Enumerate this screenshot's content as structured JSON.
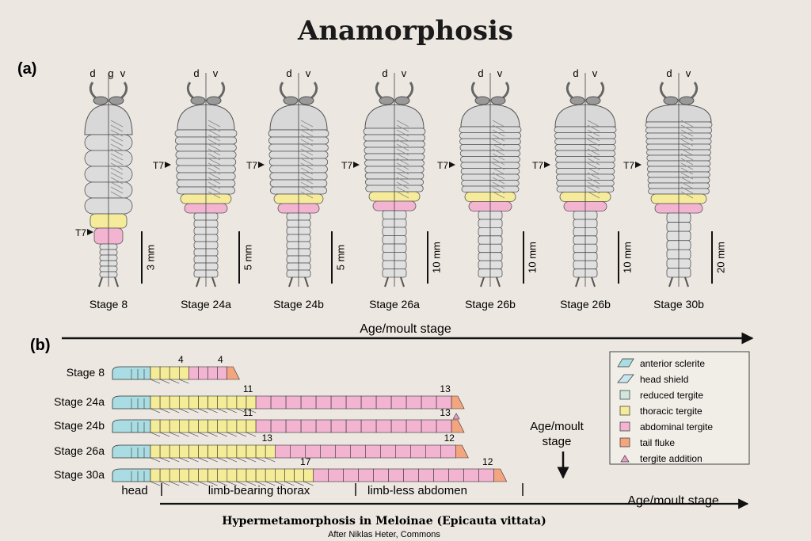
{
  "title": "Anamorphosis",
  "panel_a": {
    "label": "(a)",
    "arrow_label": "Age/moult stage",
    "specimens": [
      {
        "stage": "Stage 8",
        "t7": "T7",
        "scale": "3 mm",
        "views": [
          "d",
          "g",
          "v"
        ]
      },
      {
        "stage": "Stage 24a",
        "t7": "T7",
        "scale": "5 mm",
        "views": [
          "d",
          "v"
        ]
      },
      {
        "stage": "Stage 24b",
        "t7": "T7",
        "scale": "5 mm",
        "views": [
          "d",
          "v"
        ]
      },
      {
        "stage": "Stage 26a",
        "t7": "T7",
        "scale": "10 mm",
        "views": [
          "d",
          "v"
        ]
      },
      {
        "stage": "Stage 26b",
        "t7": "T7",
        "scale": "10 mm",
        "views": [
          "d",
          "v"
        ]
      },
      {
        "stage": "Stage 26b",
        "t7": "T7",
        "scale": "10 mm",
        "views": [
          "d",
          "v"
        ]
      },
      {
        "stage": "Stage 30b",
        "t7": "T7",
        "scale": "20 mm",
        "views": [
          "d",
          "v"
        ]
      }
    ]
  },
  "panel_b": {
    "label": "(b)",
    "rows": [
      {
        "stage": "Stage 8",
        "thoracic": 4,
        "abdominal": 4,
        "addition": false
      },
      {
        "stage": "Stage 24a",
        "thoracic": 11,
        "abdominal": 13,
        "addition": false
      },
      {
        "stage": "Stage 24b",
        "thoracic": 11,
        "abdominal": 13,
        "addition": true
      },
      {
        "stage": "Stage 26a",
        "thoracic": 13,
        "abdominal": 12,
        "addition": false
      },
      {
        "stage": "Stage 30a",
        "thoracic": 17,
        "abdominal": 12,
        "addition": false
      }
    ],
    "vertical_arrow_label": [
      "Age/moult",
      "stage"
    ],
    "region_labels": {
      "head": "head",
      "thorax": "limb-bearing thorax",
      "abdomen": "limb-less abdomen"
    },
    "bottom_arrow_label": "Age/moult stage",
    "legend": [
      {
        "label": "anterior sclerite",
        "color": "#a9dde3"
      },
      {
        "label": "head shield",
        "color": "#c8e6f0"
      },
      {
        "label": "reduced tergite",
        "color": "#cfe7dc"
      },
      {
        "label": "thoracic tergite",
        "color": "#f5ec98"
      },
      {
        "label": "abdominal tergite",
        "color": "#f3b4d2"
      },
      {
        "label": "tail fluke",
        "color": "#f2a57e"
      },
      {
        "label": "tergite addition",
        "color": "#e99bc3"
      }
    ]
  },
  "caption": "Hypermetamorphosis in Meloinae (Epicauta vittata)",
  "credit": "After Niklas Heter, Commons"
}
